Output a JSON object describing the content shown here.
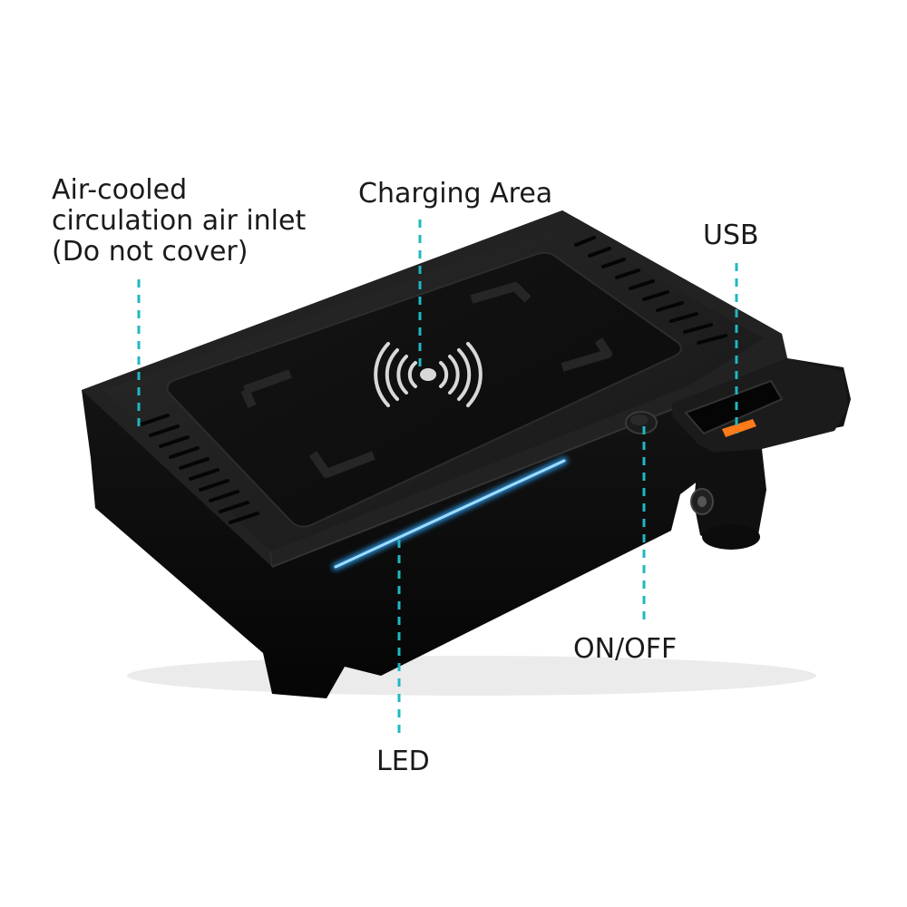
{
  "labels": {
    "air_inlet": [
      "Air-cooled",
      "circulation air inlet",
      "(Do not cover)"
    ],
    "charging_area": "Charging Area",
    "usb": "USB",
    "on_off": "ON/OFF",
    "led": "LED"
  },
  "colors": {
    "leader_line": "#1fb8c2",
    "led_strip": "#2fa8ff",
    "usb_port": "#ff7a1a",
    "device_body": "#121212"
  }
}
